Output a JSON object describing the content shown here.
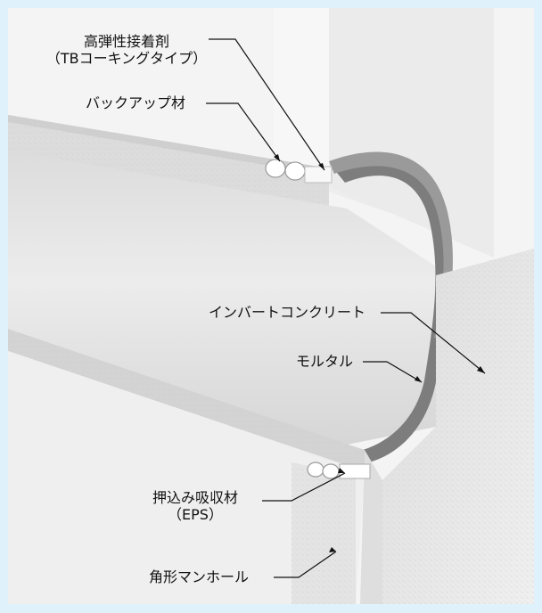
{
  "labels": {
    "adhesive_line1": "高弾性接着剤",
    "adhesive_line2": "（TBコーキングタイプ）",
    "backup": "バックアップ材",
    "invert": "インバートコンクリート",
    "mortar": "モルタル",
    "absorber_line1": "押込み吸収材",
    "absorber_line2": "（EPS）",
    "manhole": "角形マンホール"
  },
  "colors": {
    "frame": "#dff2fb",
    "concrete": "#ededed",
    "concrete_shadow": "#c9c9c9",
    "mortar": "#7d7d7d",
    "pipe_inner": "#e6e6e6"
  }
}
